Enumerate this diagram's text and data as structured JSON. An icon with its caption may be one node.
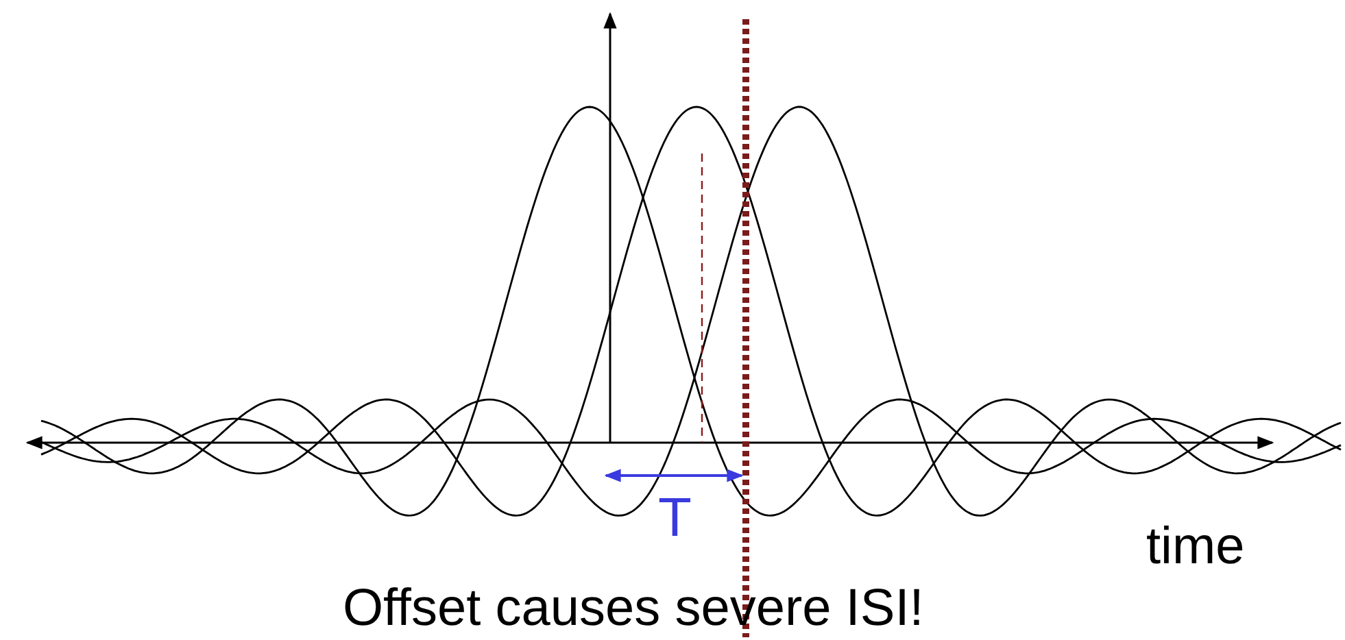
{
  "diagram": {
    "caption": "Offset causes severe ISI!",
    "labels": [
      "T",
      "time"
    ]
  }
}
